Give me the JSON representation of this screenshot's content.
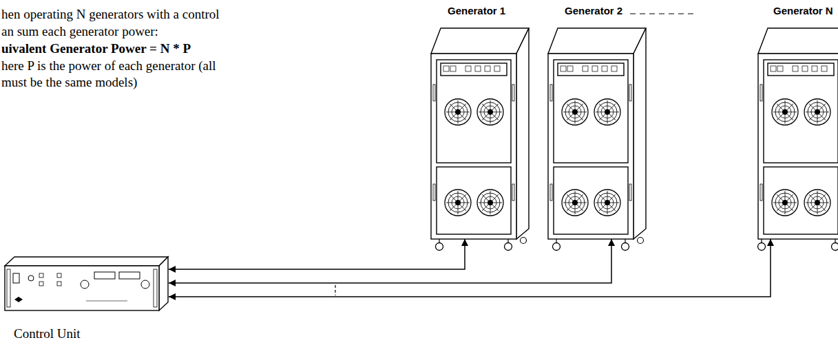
{
  "diagram": {
    "nodes": [
      {
        "text": [
          "Generator 1"
        ]
      },
      {
        "text": [
          "Generator 2"
        ]
      },
      {
        "text": [
          "Generator N"
        ]
      },
      {
        "text": [
          "Control Unit"
        ]
      }
    ],
    "edges": [
      {
        "from": 3,
        "to": 0,
        "arrow": "both"
      },
      {
        "from": 3,
        "to": 1,
        "arrow": "both"
      },
      {
        "from": 3,
        "to": 2,
        "arrow": "both"
      }
    ],
    "labels": [
      "hen operating N generators with a control",
      "an sum each generator power:",
      "uivalent Generator Power = N * P",
      "here P is the power of each generator (all",
      "must be the same models)"
    ]
  }
}
